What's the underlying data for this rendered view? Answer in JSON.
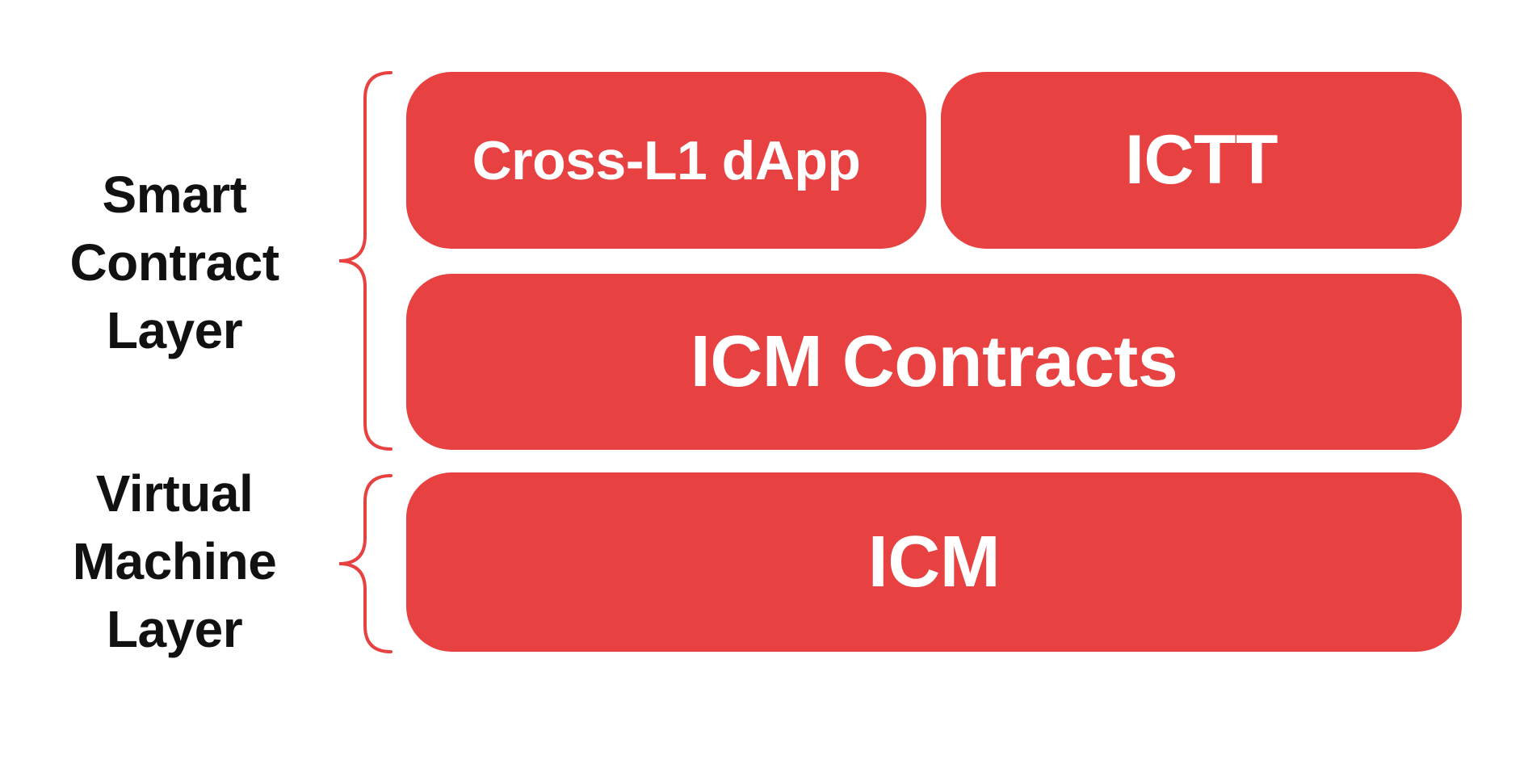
{
  "colors": {
    "background": "#ffffff",
    "accent_red": "#E84142",
    "text_black": "#111111",
    "box_text": "#ffffff"
  },
  "layers": [
    {
      "name": "Smart Contract Layer",
      "lines": [
        "Smart",
        "Contract",
        "Layer"
      ]
    },
    {
      "name": "Virtual Machine Layer",
      "lines": [
        "Virtual",
        "Machine",
        "Layer"
      ]
    }
  ],
  "boxes": [
    {
      "label": "Cross-L1 dApp"
    },
    {
      "label": "ICTT"
    },
    {
      "label": "ICM Contracts"
    },
    {
      "label": "ICM"
    }
  ]
}
